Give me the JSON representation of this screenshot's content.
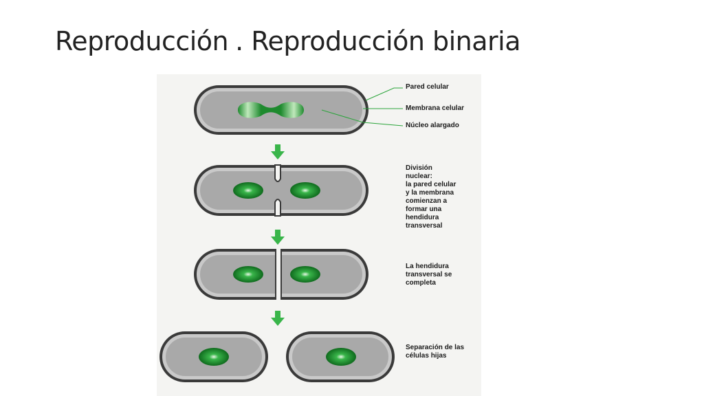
{
  "title": {
    "main": "Reproducción",
    "rest": ". Reproducción binaria"
  },
  "diagram": {
    "labels": {
      "pared_celular": "Pared celular",
      "membrana_celular": "Membrana celular",
      "nucleo_alargado": "Núcleo alargado",
      "division_nuclear": "División\nnuclear:\nla pared celular\ny la membrana\ncomienzan a\nformar una\nhendidura\ntransversal",
      "hendidura_completa": "La hendidura\ntransversal  se\ncompleta",
      "separacion": "Separación de las\ncélulas hijas"
    },
    "colors": {
      "wall": "#3a3a3a",
      "membrane": "#b8b8b8",
      "cytoplasm": "#a9a9a9",
      "nucleus": "#1e8a2e",
      "leader_line": "#2aa43a",
      "arrow": "#39b54a"
    }
  }
}
